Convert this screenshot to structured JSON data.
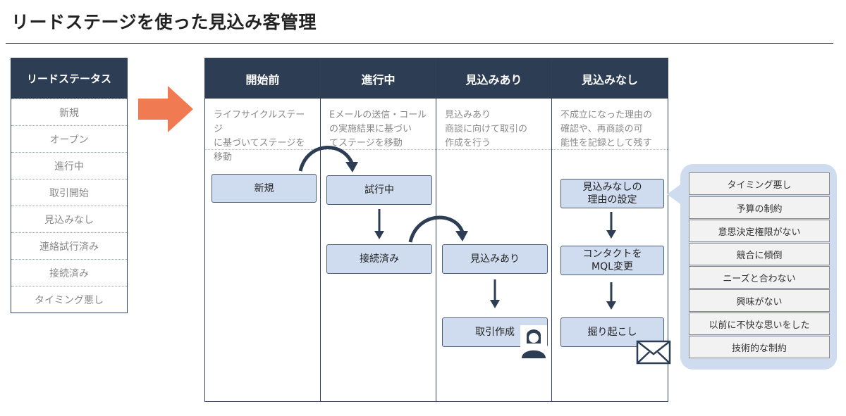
{
  "page_title": "リードステージを使った見込み客管理",
  "lead_status": {
    "header": "リードステータス",
    "items": [
      "新規",
      "オープン",
      "進行中",
      "取引開始",
      "見込みなし",
      "連絡試行済み",
      "接続済み",
      "タイミング悪し"
    ]
  },
  "columns": [
    {
      "header": "開始前",
      "desc": "ライフサイクルステージ\nに基づいてステージを\n移動"
    },
    {
      "header": "進行中",
      "desc": "Eメールの送信・コール\nの実施結果に基づい\nてステージを移動"
    },
    {
      "header": "見込みあり",
      "desc": "見込みあり\n商談に向けて取引の\n作成を行う"
    },
    {
      "header": "見込みなし",
      "desc": "不成立になった理由の\n確認や、再商談の可\n能性を記録として残す"
    }
  ],
  "boxes": {
    "new": "新規",
    "trying": "試行中",
    "connected": "接続済み",
    "prospect": "見込みあり",
    "create_deal": "取引作成",
    "no_prospect_reason": "見込みなしの\n理由の設定",
    "mql_change": "コンタクトを\nMQL変更",
    "dig_up": "掘り起こし"
  },
  "reasons": [
    "タイミング悪し",
    "予算の制約",
    "意思決定権限がない",
    "競合に傾倒",
    "ニーズと合わない",
    "興味がない",
    "以前に不快な思いをした",
    "技術的な制約"
  ],
  "icons": {
    "big_arrow": "right-arrow-icon",
    "person": "person-icon",
    "mail": "envelope-icon"
  },
  "colors": {
    "header_navy": "#2d3e54",
    "box_fill": "#cfdcf0",
    "arrow_orange": "#f07a52"
  }
}
